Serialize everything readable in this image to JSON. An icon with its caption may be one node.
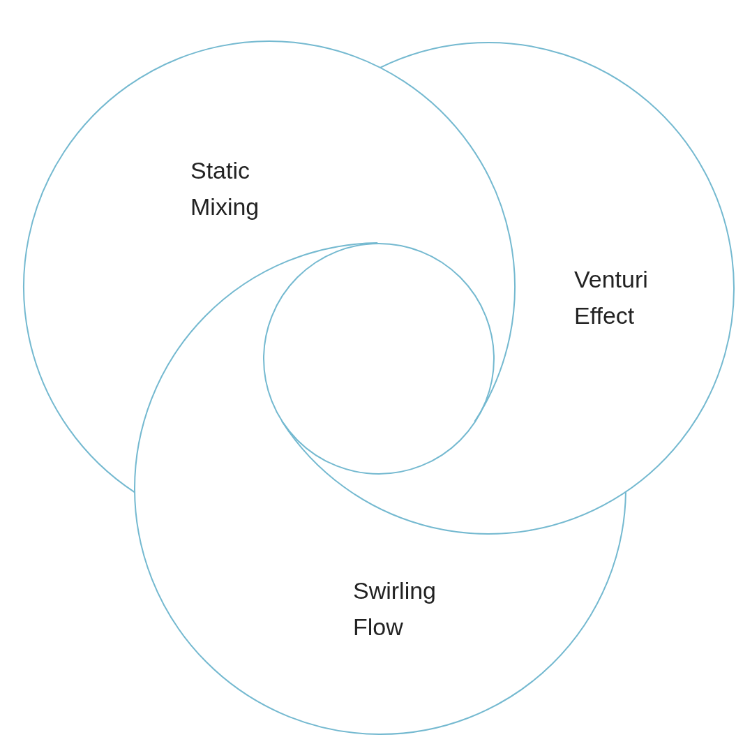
{
  "diagram": {
    "nodes": [
      {
        "text": [
          "Static Mixing"
        ]
      },
      {
        "text": [
          "Venturi Effect"
        ]
      },
      {
        "text": [
          "Swirling Flow"
        ]
      },
      {
        "text": [],
        "shape": "circle"
      }
    ]
  }
}
